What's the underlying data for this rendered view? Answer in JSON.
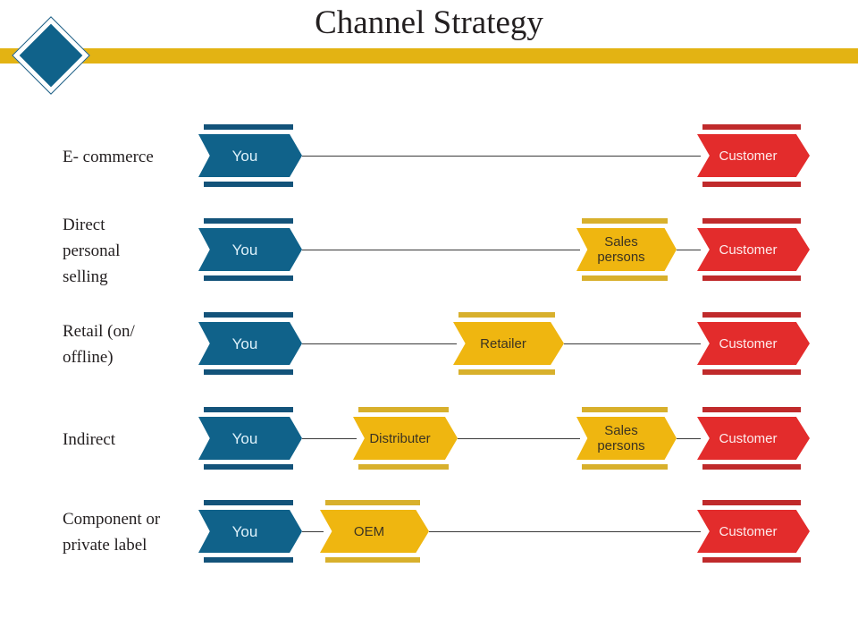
{
  "header": {
    "title": "Channel Strategy",
    "bar_color": "#E3B313",
    "logo_color": "#10628A"
  },
  "palette": {
    "blue": "#10628A",
    "gold": "#EFB610",
    "red": "#E32C2C",
    "line": "#3a3a3a"
  },
  "diagram": {
    "type": "process-flow",
    "rows": [
      {
        "label": "E- commerce",
        "nodes": [
          {
            "text": "You",
            "color": "blue"
          },
          {
            "text": "Customer",
            "color": "red"
          }
        ]
      },
      {
        "label": "Direct\npersonal\nselling",
        "nodes": [
          {
            "text": "You",
            "color": "blue"
          },
          {
            "text": "Sales\npersons",
            "color": "gold"
          },
          {
            "text": "Customer",
            "color": "red"
          }
        ]
      },
      {
        "label": "Retail (on/\noffline)",
        "nodes": [
          {
            "text": "You",
            "color": "blue"
          },
          {
            "text": "Retailer",
            "color": "gold"
          },
          {
            "text": "Customer",
            "color": "red"
          }
        ]
      },
      {
        "label": "Indirect",
        "nodes": [
          {
            "text": "You",
            "color": "blue"
          },
          {
            "text": "Distributer",
            "color": "gold"
          },
          {
            "text": "Sales\npersons",
            "color": "gold"
          },
          {
            "text": "Customer",
            "color": "red"
          }
        ]
      },
      {
        "label": "Component or\nprivate label",
        "nodes": [
          {
            "text": "You",
            "color": "blue"
          },
          {
            "text": "OEM",
            "color": "gold"
          },
          {
            "text": "Customer",
            "color": "red"
          }
        ]
      }
    ]
  }
}
